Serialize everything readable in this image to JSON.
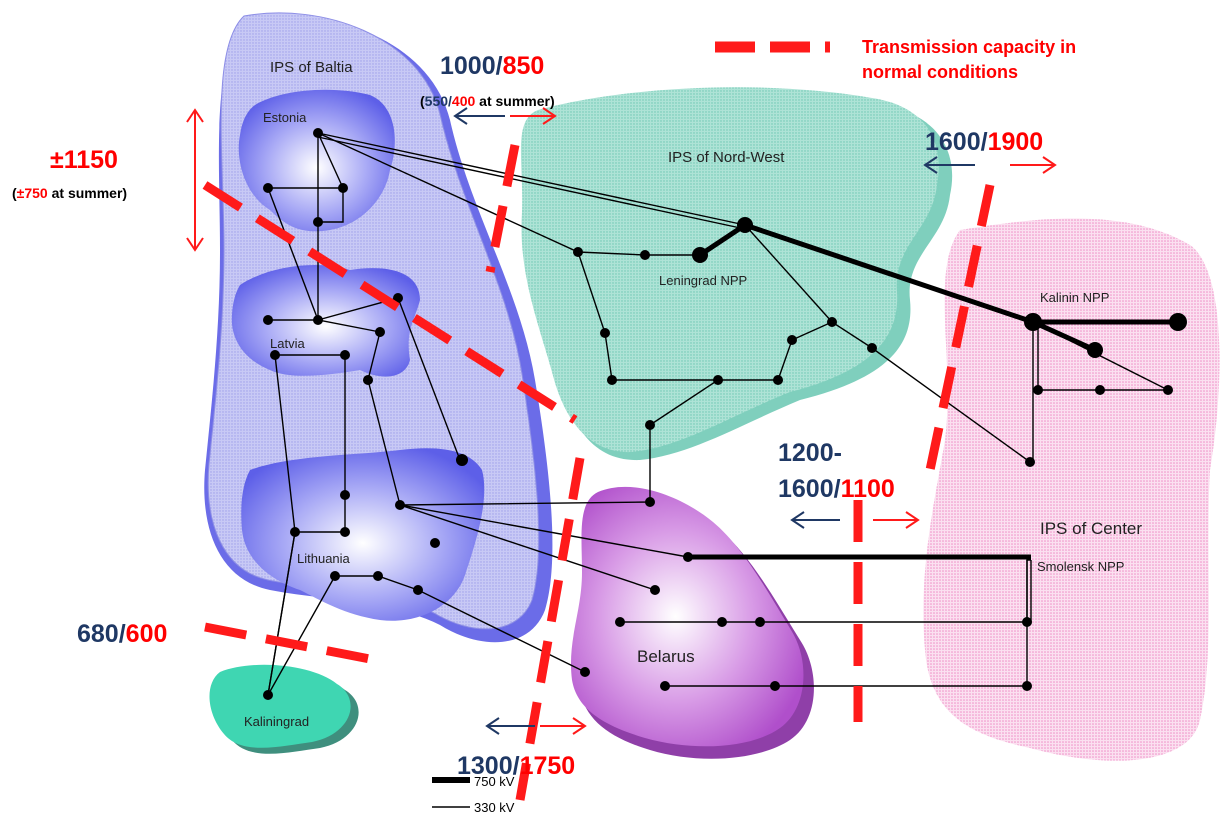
{
  "colors": {
    "blue_number": "#1f3864",
    "red_number": "#ff0000",
    "arrow_blue": "#1f3864",
    "arrow_red": "#ff0000",
    "baltia_fill": "#b7b8f0",
    "baltia_edge": "#5b5bd6",
    "nordwest_fill": "#8fd6c6",
    "center_fill": "#f7c3e3",
    "belarus_fill": "#c15fd3",
    "kaliningrad_fill": "#3fd6b2",
    "country_fill": "#6b6cf0"
  },
  "regions": {
    "baltia": "IPS of Baltia",
    "estonia": "Estonia",
    "latvia": "Latvia",
    "lithuania": "Lithuania",
    "kaliningrad": "Kaliningrad",
    "nord_west": "IPS of Nord-West",
    "belarus": "Belarus",
    "center": "IPS of Center"
  },
  "plants": {
    "leningrad": "Leningrad NPP",
    "kalinin": "Kalinin NPP",
    "smolensk": "Smolensk NPP"
  },
  "capacities": {
    "baltia_nordwest": {
      "blue": "1000/",
      "red": "850",
      "note_open": "(",
      "note_blue": "550/",
      "note_red": "400",
      "note_rest": " at summer)"
    },
    "estonia_latvia": {
      "red": "±1150",
      "note_open": "(",
      "note_red": "±750",
      "note_rest": " at summer)"
    },
    "nordwest_center": {
      "blue": "1600/",
      "red": "1900"
    },
    "belarus_center": {
      "line1": "1200-",
      "blue": "1600/",
      "red": "1100"
    },
    "baltia_kaliningrad": {
      "blue": "680/",
      "red": "600"
    },
    "baltia_belarus": {
      "blue": "1300/",
      "red": "1750"
    }
  },
  "legend": {
    "capacity_line1": "Transmission capacity in",
    "capacity_line2": "normal conditions",
    "kv750": "750 kV",
    "kv330": "330 kV"
  }
}
